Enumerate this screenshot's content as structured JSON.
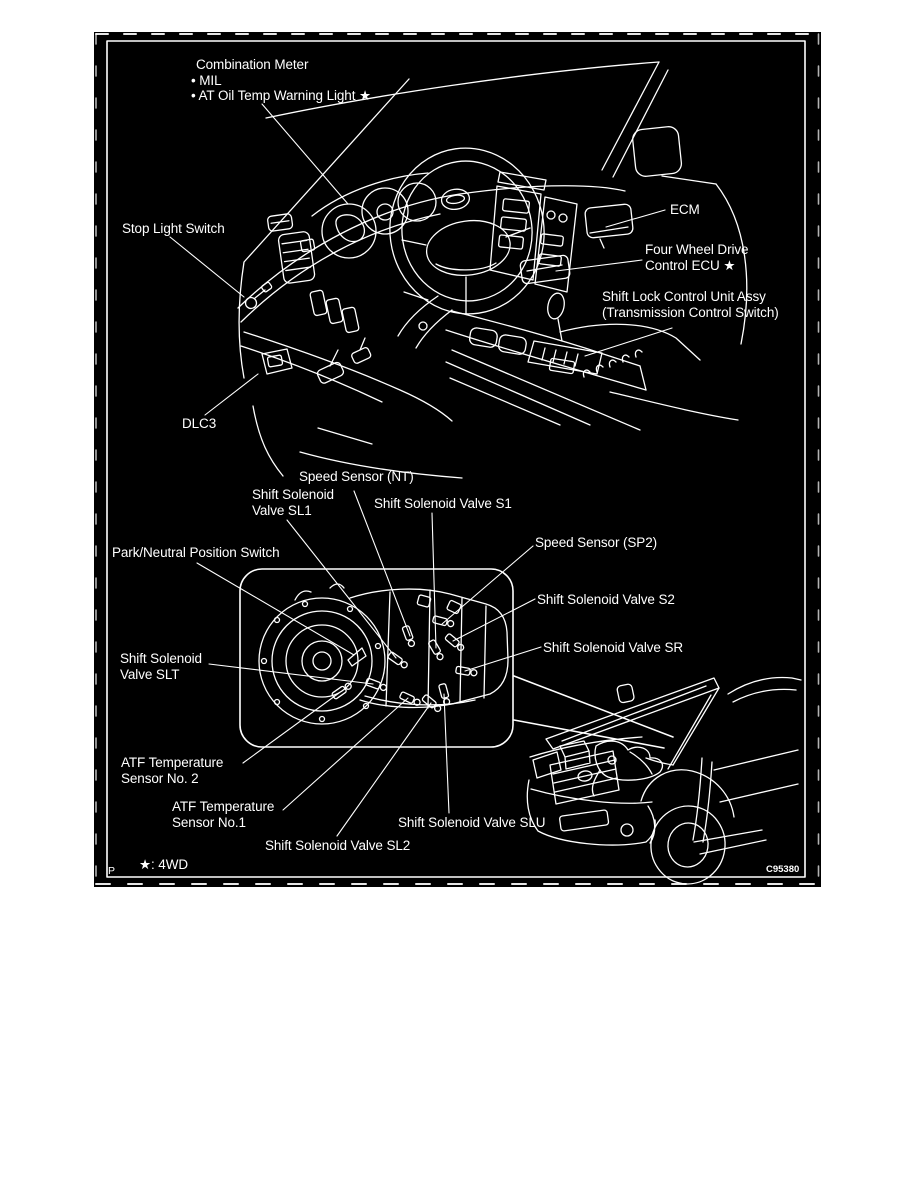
{
  "page": {
    "background": "#ffffff"
  },
  "panel": {
    "colors": {
      "background": "#000000",
      "line": "#ffffff",
      "text": "#ffffff"
    },
    "page_marker": "P",
    "figure_code": "C95380",
    "legend": "★: 4WD",
    "labels": {
      "combination_meter": {
        "title": "Combination Meter",
        "item1": "• MIL",
        "item2": "• AT Oil Temp Warning Light ★"
      },
      "stop_light_switch": "Stop Light Switch",
      "ecm": "ECM",
      "four_wheel_drive_ecu": {
        "line1": "Four Wheel Drive",
        "line2": "Control ECU ★"
      },
      "shift_lock": {
        "line1": "Shift Lock Control Unit Assy",
        "line2": "(Transmission Control Switch)"
      },
      "dlc3": "DLC3",
      "speed_sensor_nt": "Speed Sensor (NT)",
      "shift_solenoid_sl1": {
        "line1": "Shift Solenoid",
        "line2": "Valve SL1"
      },
      "shift_solenoid_s1": "Shift Solenoid Valve S1",
      "speed_sensor_sp2": "Speed Sensor (SP2)",
      "park_neutral_switch": "Park/Neutral Position Switch",
      "shift_solenoid_s2": "Shift Solenoid Valve S2",
      "shift_solenoid_sr": "Shift Solenoid Valve SR",
      "shift_solenoid_slt": {
        "line1": "Shift Solenoid",
        "line2": "Valve SLT"
      },
      "atf_temp_sensor_2": {
        "line1": "ATF Temperature",
        "line2": "Sensor No. 2"
      },
      "atf_temp_sensor_1": {
        "line1": "ATF Temperature",
        "line2": "Sensor No.1"
      },
      "shift_solenoid_slu": "Shift Solenoid Valve SLU",
      "shift_solenoid_sl2": "Shift Solenoid Valve SL2"
    }
  }
}
